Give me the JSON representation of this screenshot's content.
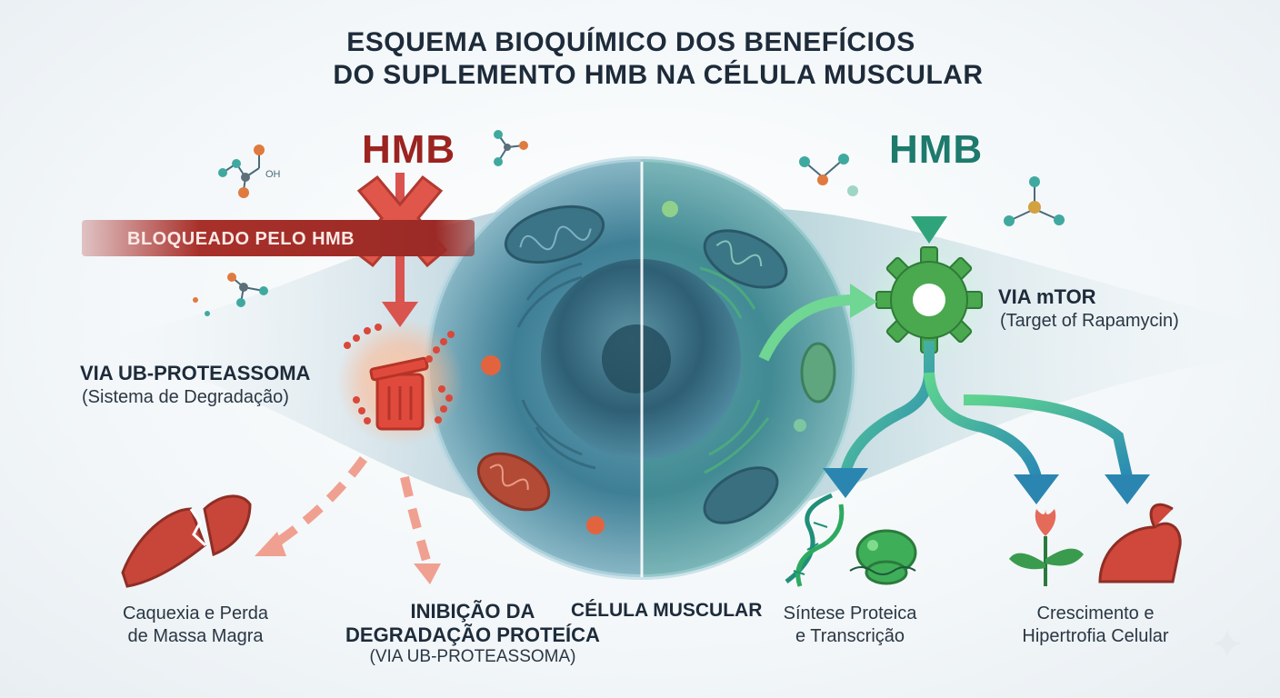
{
  "title": {
    "line1": "ESQUEMA BIOQUÍMICO DOS BENEFÍCIOS",
    "line2": "DO SUPLEMENTO HMB NA CÉLULA MUSCULAR"
  },
  "left": {
    "hmb": "HMB",
    "blocked": "BLOQUEADO PELO HMB",
    "pathway_title": "VIA UB-PROTEASSOMA",
    "pathway_subtitle": "(Sistema de Degradação)",
    "outcome1_line1": "Caquexia e Perda",
    "outcome1_line2": "de Massa Magra",
    "outcome2_line1": "INIBIÇÃO DA",
    "outcome2_line2": "DEGRADAÇÃO PROTEÍCA",
    "outcome2_line3": "(VIA UB-PROTEASSOMA)",
    "molecule_label": "OH"
  },
  "center": {
    "cell_label": "CÉLULA MUSCULAR"
  },
  "right": {
    "hmb": "HMB",
    "pathway_title": "VIA mTOR",
    "pathway_subtitle": "(Target of Rapamycin)",
    "outcome1_line1": "Síntese Proteica",
    "outcome1_line2": "e Transcrição",
    "outcome2_line1": "Crescimento e",
    "outcome2_line2": "Hipertrofia Celular"
  },
  "colors": {
    "inhibit": "#c0392b",
    "activate": "#2e9e6a",
    "cell": "#3d7f93"
  }
}
